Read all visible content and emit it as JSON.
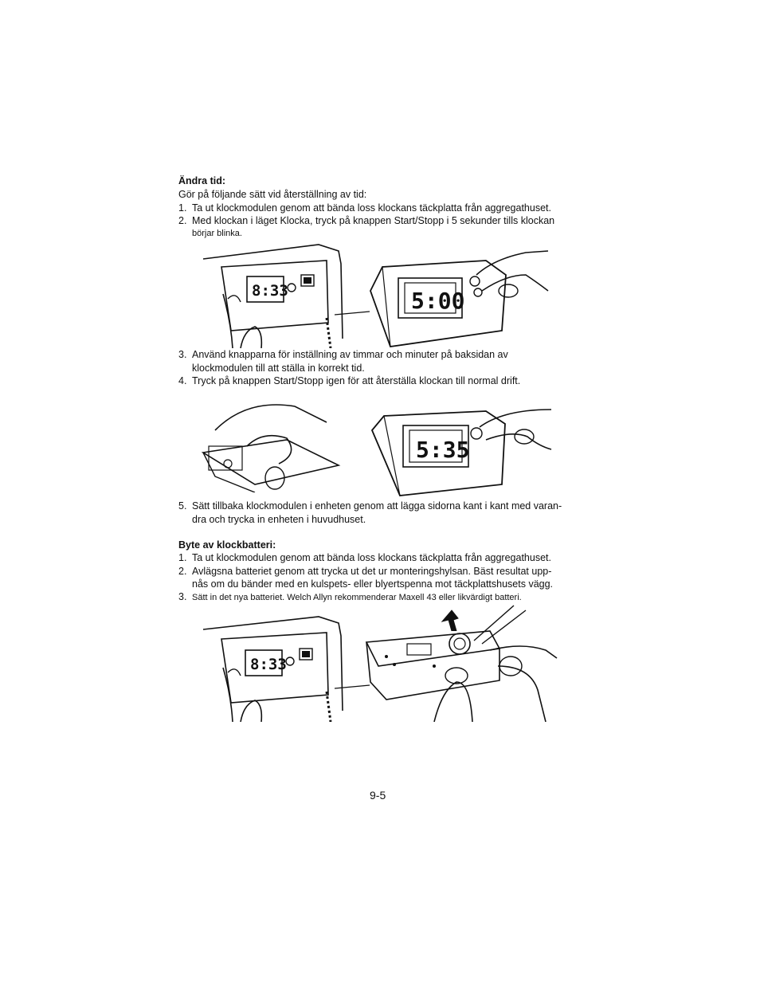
{
  "section1": {
    "heading": "Ändra tid:",
    "intro": "Gör på följande sätt vid återställning av tid:",
    "steps": [
      {
        "num": "1.",
        "lines": [
          "Ta ut klockmodulen genom att bända loss klockans täckplatta från aggregathuset."
        ]
      },
      {
        "num": "2.",
        "lines": [
          "Med klockan i läget Klocka, tryck på knappen Start/Stopp i 5 sekunder tills klockan",
          "börjar blinka."
        ]
      },
      {
        "num": "3.",
        "lines": [
          "Använd knapparna för inställning av timmar och minuter på baksidan av",
          "klockmodulen till att ställa in korrekt tid."
        ]
      },
      {
        "num": "4.",
        "lines": [
          "Tryck på knappen Start/Stopp igen för att återställa klockan till normal drift."
        ]
      },
      {
        "num": "5.",
        "lines": [
          "Sätt tillbaka klockmodulen i enheten genom att lägga sidorna kant i kant med varan-",
          "dra och trycka in enheten i huvudhuset."
        ]
      }
    ]
  },
  "section2": {
    "heading": "Byte av klockbatteri:",
    "steps": [
      {
        "num": "1.",
        "lines": [
          "Ta ut klockmodulen genom att bända loss klockans täckplatta från aggregathuset."
        ]
      },
      {
        "num": "2.",
        "lines": [
          "Avlägsna batteriet genom att trycka ut det ur monteringshylsan. Bäst resultat upp-",
          "nås om du bänder med en kulspets- eller blyertspenna mot täckplattshusets vägg."
        ]
      },
      {
        "num": "3.",
        "lines": [
          "Sätt in det nya batteriet. Welch Allyn rekommenderar Maxell 43 eller likvärdigt batteri."
        ]
      }
    ]
  },
  "figures": {
    "clock_a": "8:33",
    "clock_b": "5:00",
    "clock_c": "5:35",
    "clock_d": "8:33"
  },
  "page_number": "9-5"
}
